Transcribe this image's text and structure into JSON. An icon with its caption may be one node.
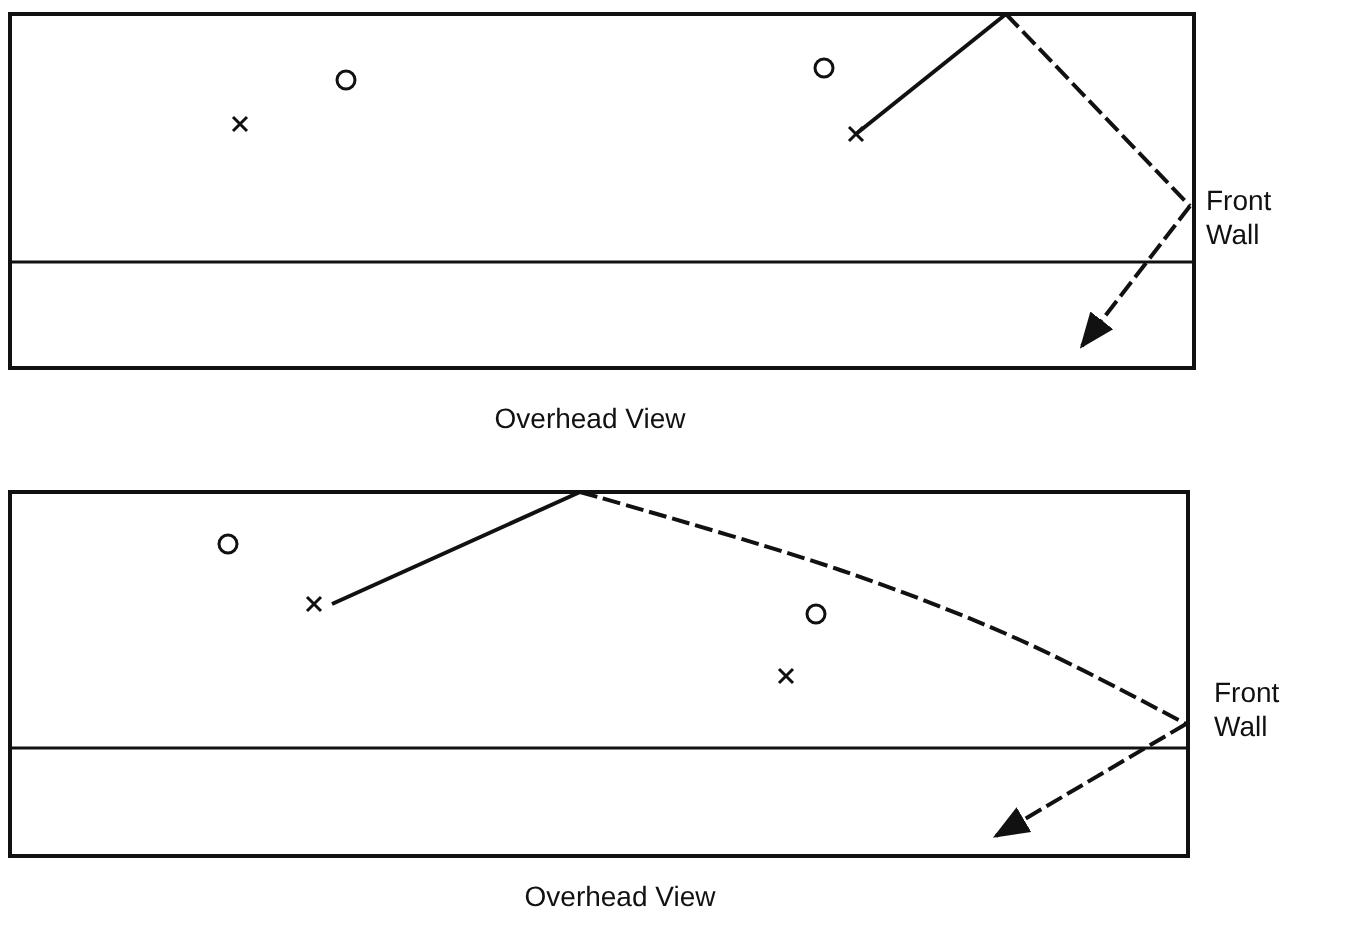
{
  "diagram": {
    "labels": [
      "Front Wall",
      "Overhead View",
      "Front Wall",
      "Overhead View"
    ]
  }
}
